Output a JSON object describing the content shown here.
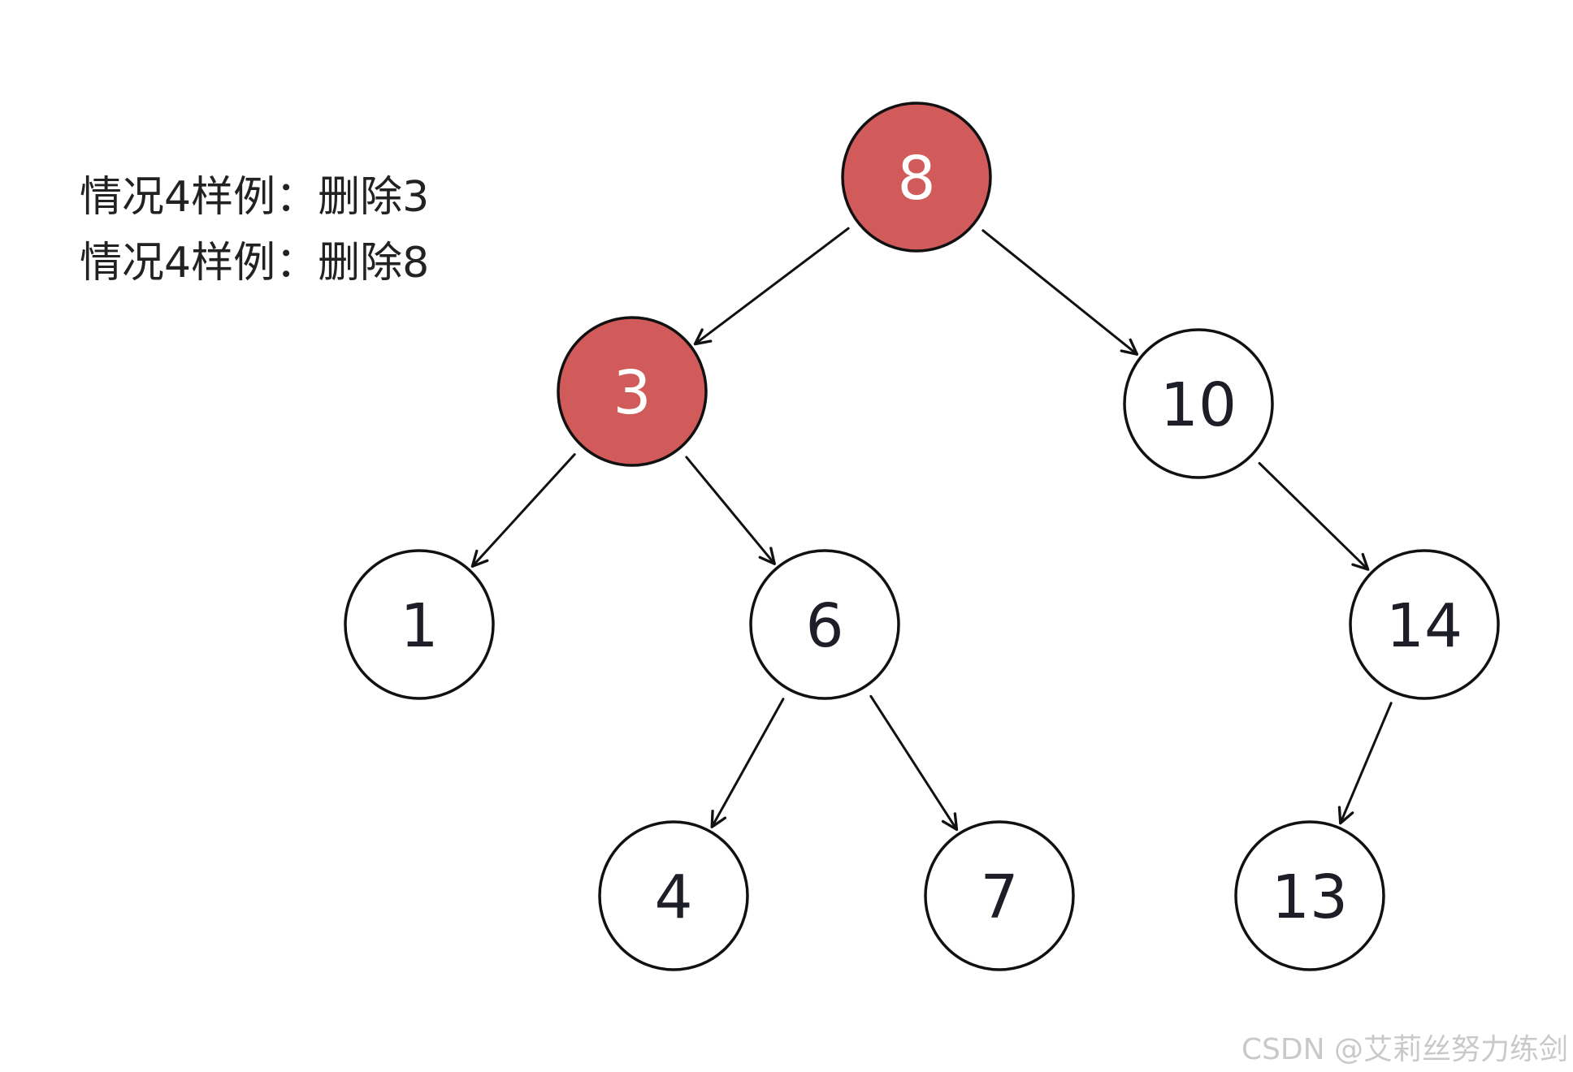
{
  "captions": [
    "情况4样例：删除3",
    "情况4样例：删除8"
  ],
  "watermark": "CSDN @艾莉丝努力练剑",
  "colors": {
    "highlight_fill": "#d15b5b",
    "normal_fill": "#ffffff",
    "stroke": "#111111",
    "highlight_text": "#ffffff",
    "normal_text": "#1e1e28"
  },
  "tree": {
    "nodes": [
      {
        "id": "n8",
        "label": "8",
        "highlighted": true
      },
      {
        "id": "n3",
        "label": "3",
        "highlighted": true
      },
      {
        "id": "n10",
        "label": "10",
        "highlighted": false
      },
      {
        "id": "n1",
        "label": "1",
        "highlighted": false
      },
      {
        "id": "n6",
        "label": "6",
        "highlighted": false
      },
      {
        "id": "n14",
        "label": "14",
        "highlighted": false
      },
      {
        "id": "n4",
        "label": "4",
        "highlighted": false
      },
      {
        "id": "n7",
        "label": "7",
        "highlighted": false
      },
      {
        "id": "n13",
        "label": "13",
        "highlighted": false
      }
    ],
    "edges": [
      {
        "from": "n8",
        "to": "n3"
      },
      {
        "from": "n8",
        "to": "n10"
      },
      {
        "from": "n3",
        "to": "n1"
      },
      {
        "from": "n3",
        "to": "n6"
      },
      {
        "from": "n10",
        "to": "n14"
      },
      {
        "from": "n6",
        "to": "n4"
      },
      {
        "from": "n6",
        "to": "n7"
      },
      {
        "from": "n14",
        "to": "n13"
      }
    ]
  }
}
